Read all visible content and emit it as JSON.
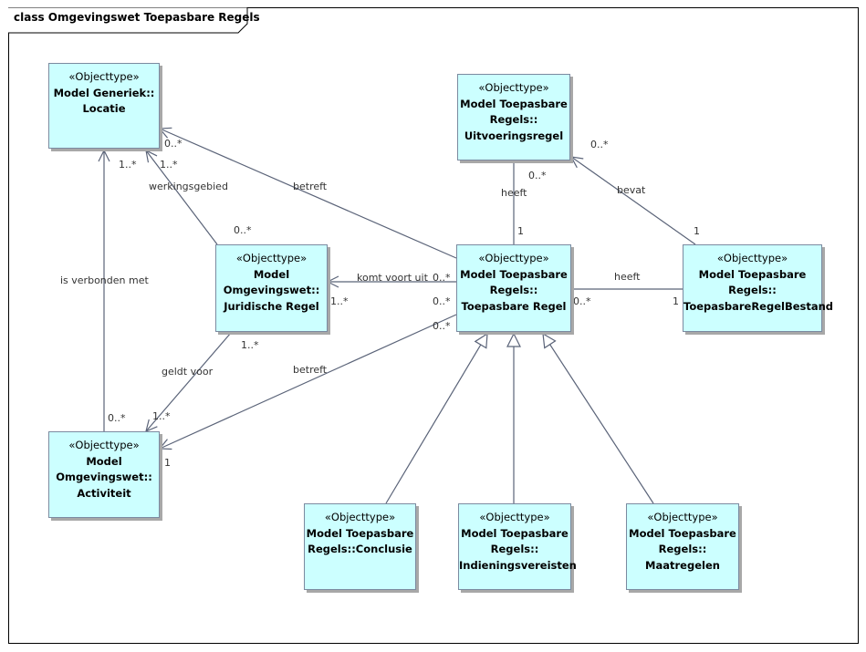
{
  "frame": {
    "title": "class Omgevingswet Toepasbare Regels"
  },
  "classes": {
    "locatie": {
      "stereotype": "«Objecttype»",
      "name": "Model Generiek::\nLocatie"
    },
    "uitvoeringsregel": {
      "stereotype": "«Objecttype»",
      "name": "Model Toepasbare\nRegels::\nUitvoeringsregel"
    },
    "juridische_regel": {
      "stereotype": "«Objecttype»",
      "name": "Model\nOmgevingswet::\nJuridische Regel"
    },
    "toepasbare_regel": {
      "stereotype": "«Objecttype»",
      "name": "Model Toepasbare\nRegels::\nToepasbare Regel"
    },
    "regelbestand": {
      "stereotype": "«Objecttype»",
      "name": "Model Toepasbare\nRegels::\nToepasbareRegelBestand"
    },
    "activiteit": {
      "stereotype": "«Objecttype»",
      "name": "Model\nOmgevingswet::\nActiviteit"
    },
    "conclusie": {
      "stereotype": "«Objecttype»",
      "name": "Model Toepasbare\nRegels::Conclusie"
    },
    "indieningsvereisten": {
      "stereotype": "«Objecttype»",
      "name": "Model Toepasbare\nRegels::\nIndieningsvereisten"
    },
    "maatregelen": {
      "stereotype": "«Objecttype»",
      "name": "Model Toepasbare\nRegels::\nMaatregelen"
    }
  },
  "labels": {
    "werkingsgebied": "werkingsgebied",
    "betreft_locatie": "betreft",
    "heeft_uitvoering": "heeft",
    "bevat": "bevat",
    "is_verbonden_met": "is verbonden met",
    "komt_voort_uit": "komt voort uit",
    "heeft_bestand": "heeft",
    "geldt_voor": "geldt voor",
    "betreft_activiteit": "betreft"
  },
  "multiplicities": {
    "loc_betreft": "0..*",
    "loc_verbonden": "1..*",
    "loc_werking": "1..*",
    "jur_werking": "0..*",
    "uit_heeft": "0..*",
    "toe_heeft": "1",
    "uit_bevat": "0..*",
    "best_bevat": "1",
    "toe_komt": "0..*",
    "jur_komt": "1..*",
    "toe_betreft_act": "0..*",
    "toe_betreft_loc": "0..*",
    "toe_heeft_best": "0..*",
    "best_heeft": "1",
    "jur_geldt": "1..*",
    "act_geldt": "1..*",
    "act_verbonden": "0..*",
    "act_betreft": "1"
  }
}
